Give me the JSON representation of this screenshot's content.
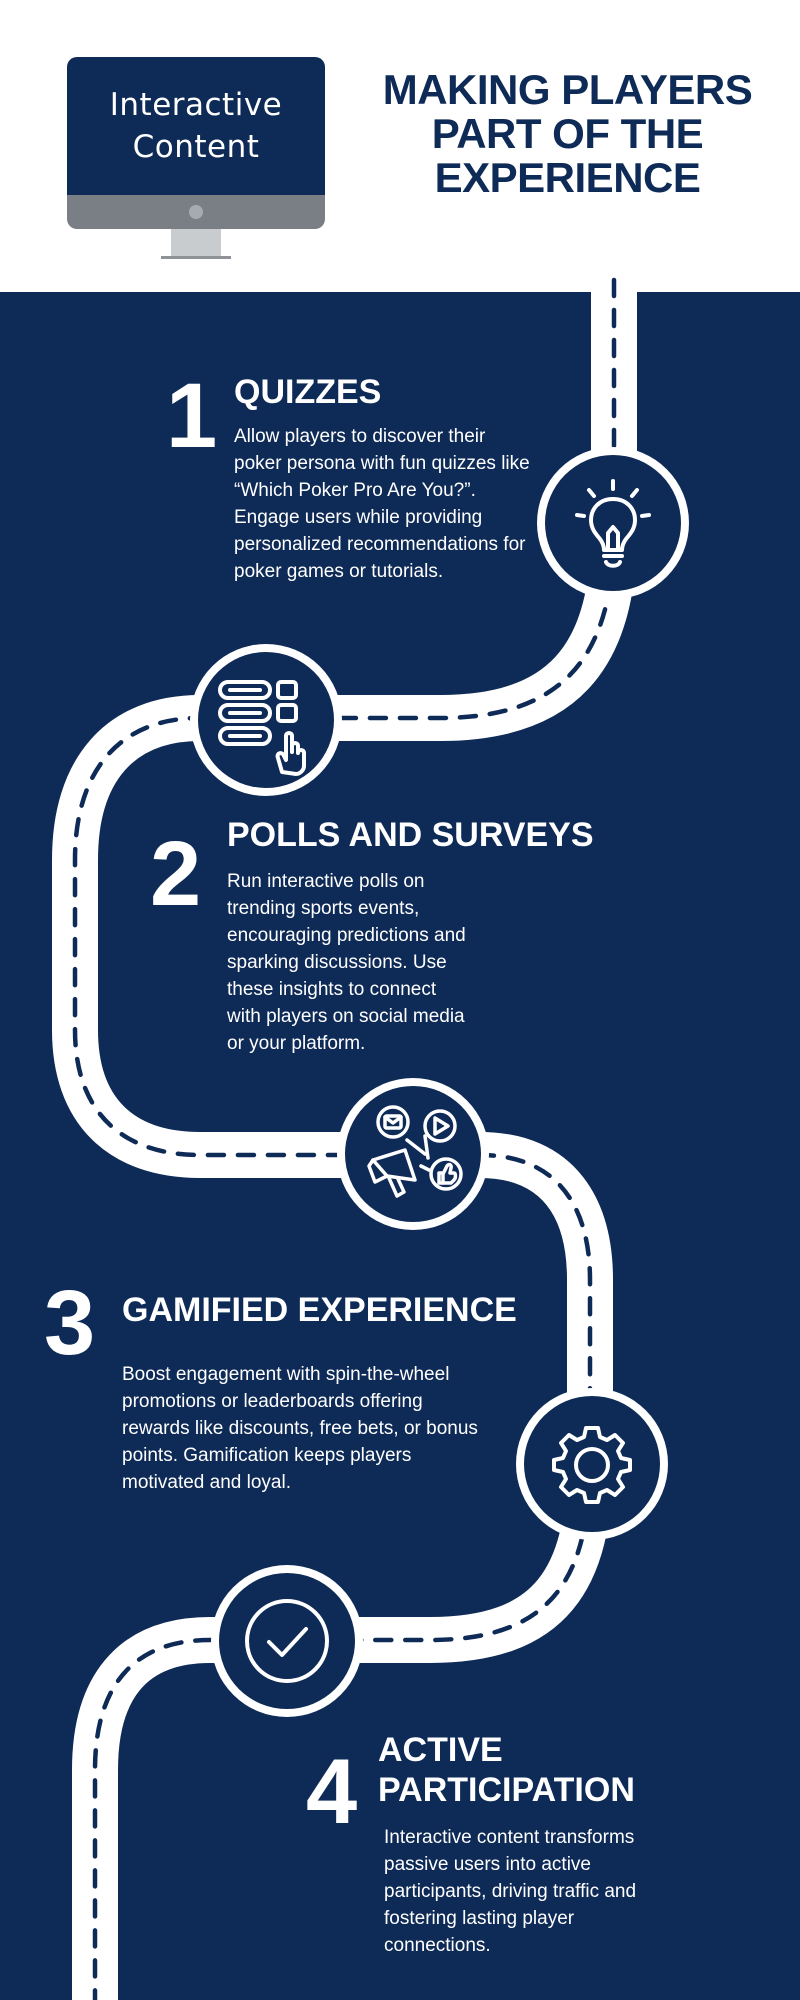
{
  "header": {
    "monitor_line1": "Interactive",
    "monitor_line2": "Content",
    "title_line1": "MAKING PLAYERS",
    "title_line2": "PART OF THE",
    "title_line3": "EXPERIENCE"
  },
  "steps": [
    {
      "number": "1",
      "title": "QUIZZES",
      "body": "Allow players to discover their poker persona with fun quizzes like “Which Poker Pro Are You?”. Engage users while providing personalized recommendations for poker games or tutorials.",
      "icon": "lightbulb-icon"
    },
    {
      "number": "2",
      "title": "POLLS AND SURVEYS",
      "body": "Run interactive polls on trending sports events, encouraging predictions and sparking discussions. Use these insights to connect with players on social media or your platform.",
      "icon": "poll-checklist-icon"
    },
    {
      "number": "3",
      "title": "GAMIFIED EXPERIENCE",
      "body": "Boost engagement with spin-the-wheel promotions or leaderboards offering rewards like discounts, free bets, or bonus points. Gamification keeps players motivated and loyal.",
      "icon": "gear-icon"
    },
    {
      "number": "4",
      "title_line1": "ACTIVE",
      "title_line2": "PARTICIPATION",
      "body": "Interactive content transforms passive users into active participants, driving traffic and fostering lasting player connections.",
      "icon": "checkmark-icon"
    }
  ],
  "extra_icons": {
    "social_icon": "social-megaphone-icon"
  },
  "colors": {
    "navy": "#0e2a56",
    "white": "#ffffff",
    "monitor_chin": "#7a7f86"
  }
}
